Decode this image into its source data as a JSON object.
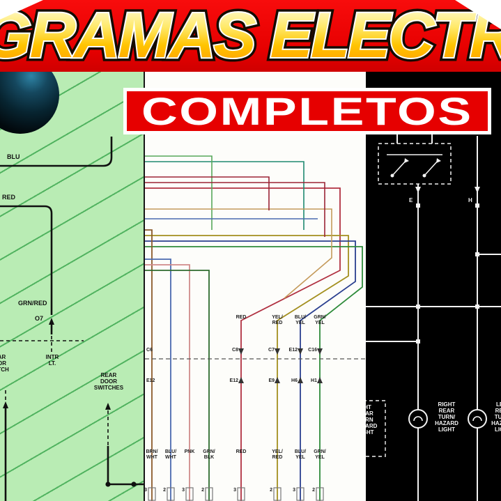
{
  "banner": {
    "title": "GRAMAS ELECTRIC",
    "subtitle": "COMPLETOS"
  },
  "palette": {
    "banner_red": "#e60000",
    "title_yellow": "#ffc400",
    "left_panel_green": "#b9ecb4",
    "mid_panel_white": "#fdfdfa",
    "right_panel_black": "#000000"
  },
  "left_diagram": {
    "wire_blu": "BLU",
    "wire_red": "RED",
    "wire_grn_red": "GRN/RED",
    "connector_o7": "O7",
    "intr_lt": "INTR\nLT.",
    "rear_door_switches": "REAR\nDOOR\nSWITCHES",
    "edge_partial": "REAR\nDOOR\nSWITCH"
  },
  "middle_diagram": {
    "top_labels": [
      "RED",
      "YEL/\nRED",
      "BLU/\nYEL",
      "GRN/\nYEL"
    ],
    "connectors_top": [
      "C8",
      "C7",
      "E12",
      "C16"
    ],
    "connectors_bottom": [
      "E12",
      "E9",
      "H6",
      "H1"
    ],
    "edge_connector_top": "C6",
    "edge_connector_bottom": "E12",
    "bottom_labels": [
      "BRN/\nWHT",
      "BLU/\nWHT",
      "PNK",
      "GRN/\nBLK",
      "RED",
      "YEL/\nRED",
      "BLU/\nYEL",
      "GRN/\nYEL"
    ],
    "pin_numbers": [
      "3",
      "2",
      "3",
      "2",
      "3",
      "2",
      "3",
      "2"
    ],
    "wire_colors": {
      "brn_wht": "#8a5a2a",
      "blu_wht": "#4a6ab0",
      "pnk": "#d08a8a",
      "grn_blk": "#2e6b2e",
      "red": "#b03040",
      "yel_red": "#a38f1e",
      "blu_yel": "#2a3f8f",
      "grn_yel": "#2e8b3a",
      "teal": "#1f8a70",
      "tan": "#c49a5a",
      "maroon": "#9b2335",
      "lt_green": "#57a85a"
    }
  },
  "right_diagram": {
    "terminal_e": "E",
    "terminal_h": "H",
    "right_light": "RIGHT\nREAR\nTURN/\nHAZARD\nLIGHT",
    "left_light": "LEFT\nREAR\nTURN/\nHAZARD\nLIGHT",
    "edge_partial": "GHT\nREAR\nTURN\nHAZARD\nLIGHT"
  }
}
